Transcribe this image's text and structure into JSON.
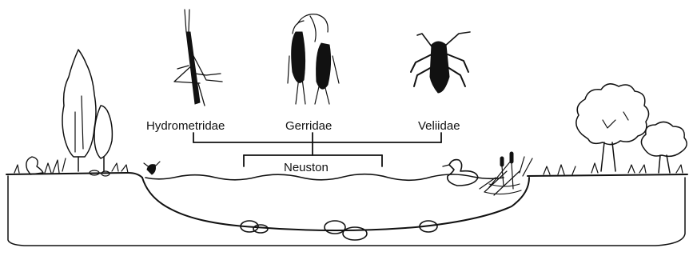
{
  "labels": {
    "hydrometridae": "Hydrometridae",
    "gerridae": "Gerridae",
    "veliidae": "Veliidae",
    "neuston": "Neuston"
  },
  "colors": {
    "ink": "#111111",
    "background": "#ffffff"
  },
  "icons": [
    "hydrometridae-insect-icon",
    "gerridae-insect-icon",
    "veliidae-insect-icon",
    "conifer-tree-icon",
    "deciduous-tree-icon",
    "duck-icon",
    "squirrel-icon",
    "cattail-reeds-icon"
  ]
}
